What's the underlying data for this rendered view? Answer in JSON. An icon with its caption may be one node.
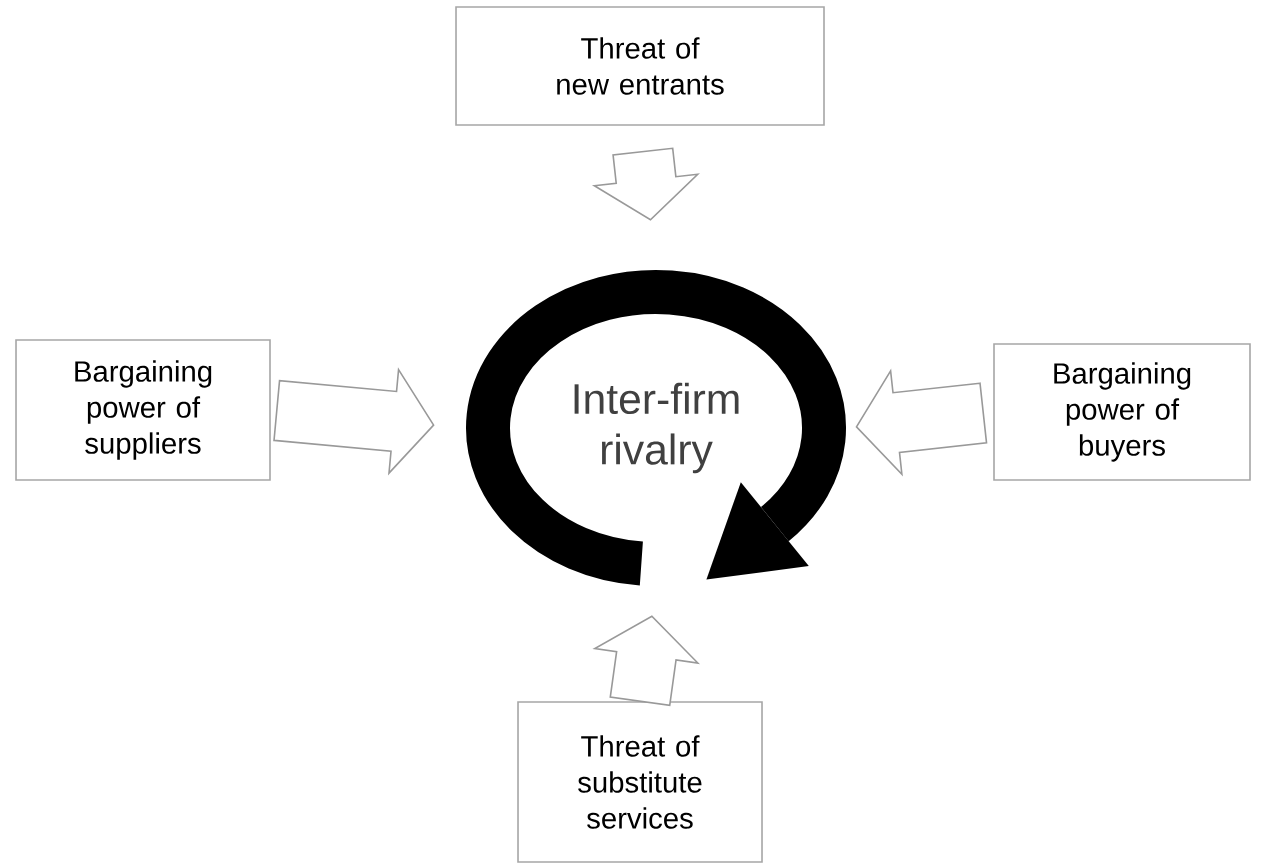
{
  "diagram": {
    "nodes": [
      {
        "text": [
          "Threat of new entrants"
        ]
      },
      {
        "text": [
          "Bargaining power of suppliers"
        ]
      },
      {
        "text": [
          "Inter-firm rivalry"
        ]
      },
      {
        "text": [
          "Bargaining power of buyers"
        ]
      },
      {
        "text": [
          "Threat of substitute services"
        ]
      }
    ],
    "edges": [
      {
        "from": 0,
        "to": 2,
        "arrow": "to"
      },
      {
        "from": 1,
        "to": 2,
        "arrow": "to"
      },
      {
        "from": 3,
        "to": 2,
        "arrow": "to"
      },
      {
        "from": 4,
        "to": 2,
        "arrow": "to"
      }
    ]
  }
}
